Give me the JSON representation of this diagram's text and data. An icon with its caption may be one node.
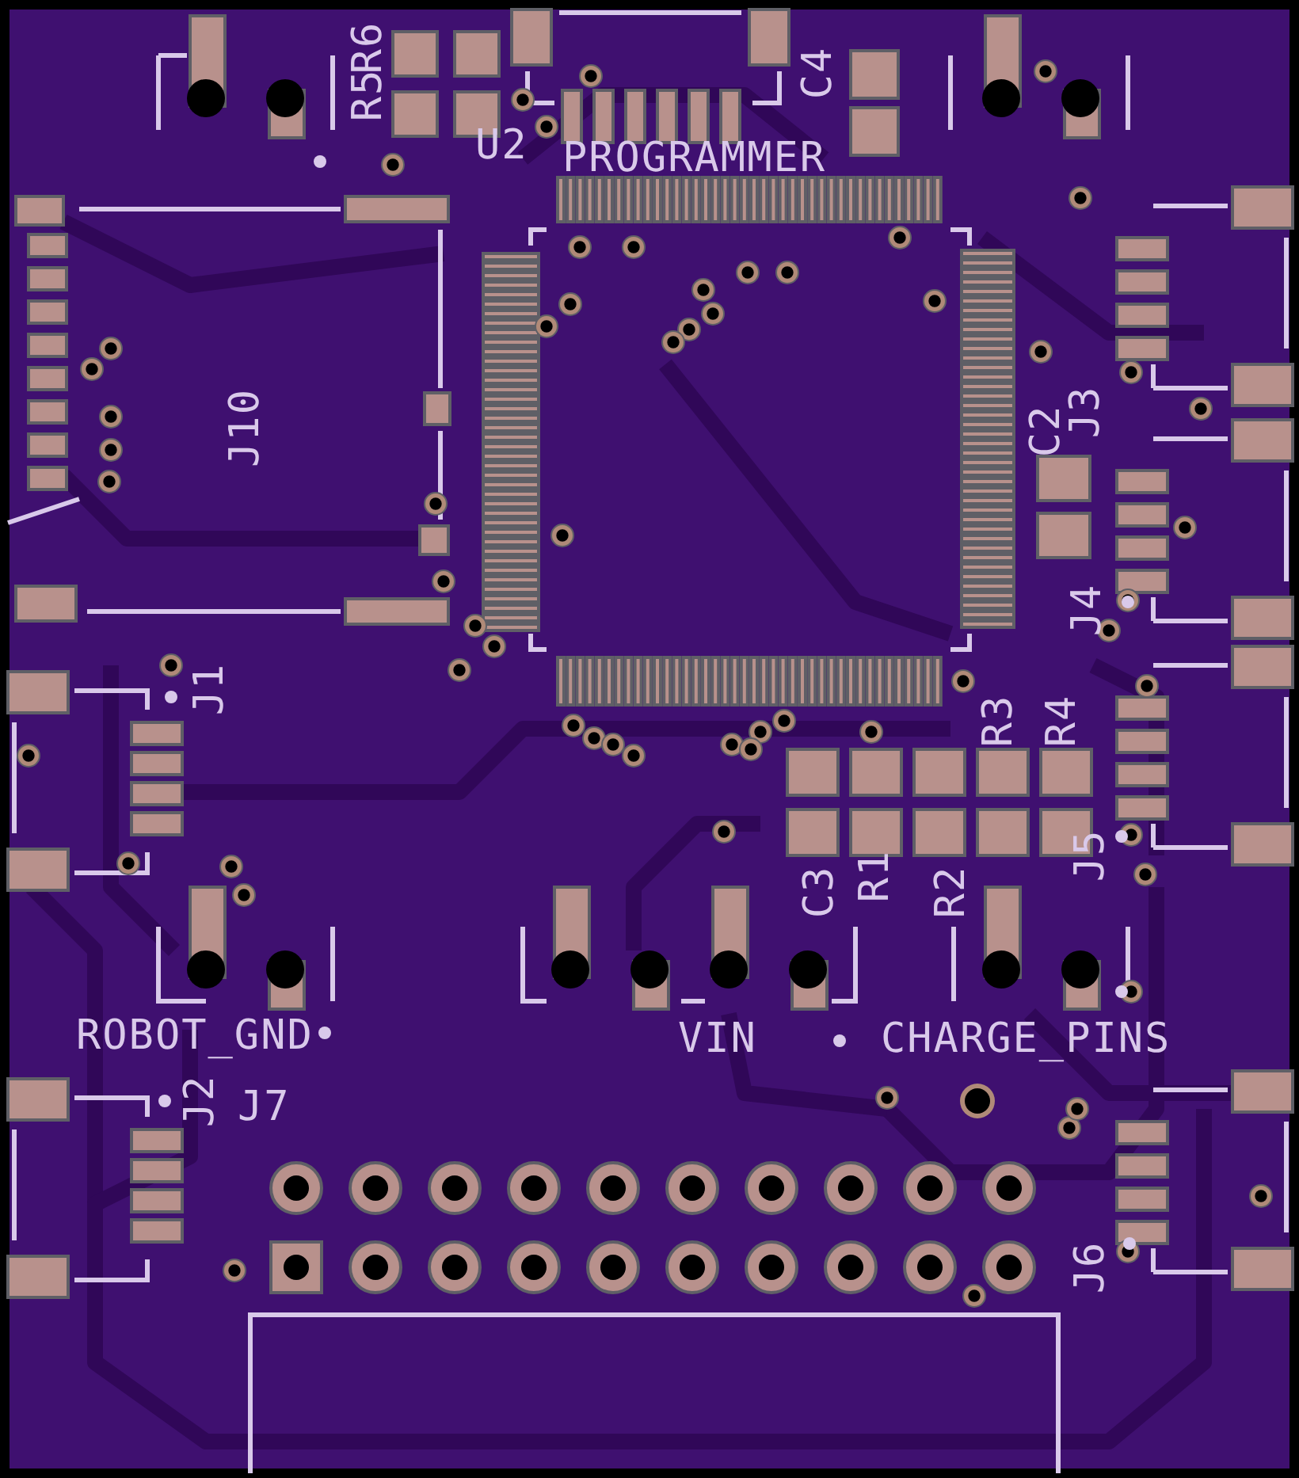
{
  "diagram": {
    "labels": [
      "R5",
      "R6",
      "U2",
      "PROGRAMMER",
      "C4",
      "J10",
      "J3",
      "C2",
      "J4",
      "J1",
      "R3",
      "R4",
      "C3",
      "R1",
      "R2",
      "J5",
      "ROBOT_GND",
      "VIN",
      "CHARGE_PINS",
      "J2",
      "J7",
      "J6"
    ]
  }
}
